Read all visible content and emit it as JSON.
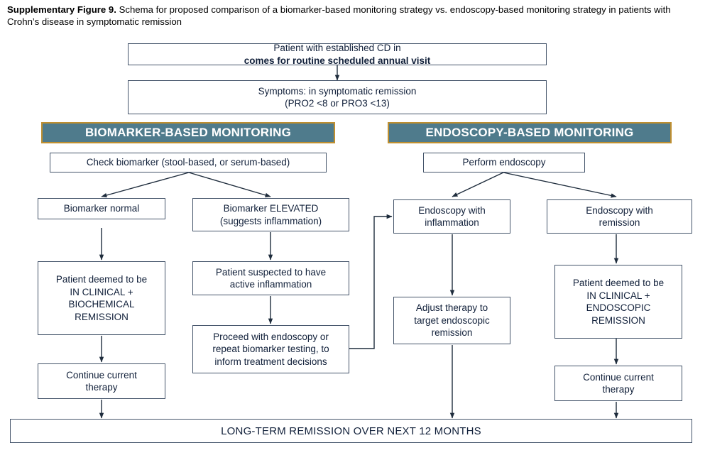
{
  "caption": {
    "label": "Supplementary Figure 9.",
    "text": " Schema for proposed comparison of a biomarker-based monitoring strategy vs. endoscopy-based monitoring strategy in patients with Crohn’s disease in symptomatic remission"
  },
  "colors": {
    "banner_fill": "#4f7b8c",
    "banner_border": "#bf8f30",
    "banner_text": "#ffffff",
    "box_border": "#44546a",
    "box_fill": "#ffffff",
    "text": "#11203a",
    "connector": "#1f2d3d",
    "page_bg": "#ffffff"
  },
  "flow": {
    "entry": {
      "plain_prefix": "Patient with established CD in ",
      "bold_part": "comes for routine scheduled annual visit"
    },
    "symptoms": {
      "line1": "Symptoms: in symptomatic remission",
      "line2": "(PRO2 <8 or PRO3 <13)"
    },
    "biomarker_arm": {
      "banner": "BIOMARKER-BASED MONITORING",
      "check": "Check biomarker (stool-based, or serum-based)",
      "normal": "Biomarker normal",
      "elevated_line1": "Biomarker ELEVATED",
      "elevated_line2": "(suggests inflammation)",
      "clinical_biochem_l1": "Patient deemed to be",
      "clinical_biochem_l2": "IN CLINICAL +",
      "clinical_biochem_l3": "BIOCHEMICAL",
      "clinical_biochem_l4": "REMISSION",
      "suspected_l1": "Patient suspected to have",
      "suspected_l2": "active inflammation",
      "continue_l1": "Continue current",
      "continue_l2": "therapy",
      "proceed_l1": "Proceed with endoscopy or",
      "proceed_l2": "repeat biomarker testing, to",
      "proceed_l3": "inform treatment decisions"
    },
    "endoscopy_arm": {
      "banner": "ENDOSCOPY-BASED MONITORING",
      "perform": "Perform endoscopy",
      "inflammation_l1": "Endoscopy with",
      "inflammation_l2": "inflammation",
      "remission_l1": "Endoscopy with",
      "remission_l2": "remission",
      "adjust_l1": "Adjust therapy to",
      "adjust_l2": "target endoscopic",
      "adjust_l3": "remission",
      "clinical_endo_l1": "Patient deemed to be",
      "clinical_endo_l2": "IN CLINICAL +",
      "clinical_endo_l3": "ENDOSCOPIC",
      "clinical_endo_l4": "REMISSION",
      "continue_l1": "Continue current",
      "continue_l2": "therapy"
    },
    "outcome": "LONG-TERM REMISSION OVER NEXT 12 MONTHS"
  }
}
